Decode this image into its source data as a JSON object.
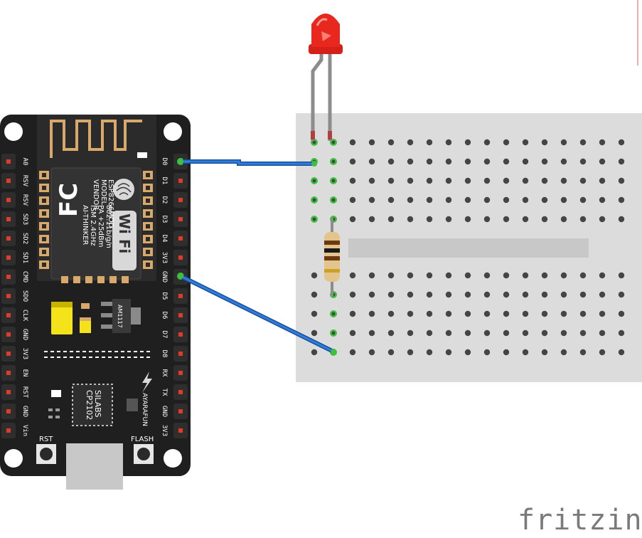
{
  "colors": {
    "board": "#1f1f1f",
    "pad": "#d9a86b",
    "breadboard": "#dcdcdc",
    "hole": "#454545",
    "hole_connected": "#3fbf3f",
    "wire": "#1e6fd0",
    "led": "#e8281e",
    "leg": "#8c8c8c",
    "usb": "#c8c8c8",
    "trench": "#c8c8c8",
    "regulator": "#3a3a3a",
    "capacitor": "#f4e21a",
    "watermark": "#7a7a7a"
  },
  "module": {
    "model_label": "MODEL",
    "vendor_label": "VENDOR",
    "model": "ESP8266MOD",
    "vendor": "AI-THINKER",
    "ism": "ISM 2.4GHz",
    "pa": "PA +25dBm",
    "standard": "802.11b/g/n",
    "fc_mark": "FC",
    "wifi_mark": "Wi Fi"
  },
  "board": {
    "left_pins": [
      "A0",
      "RSV",
      "RSV",
      "SD3",
      "SD2",
      "SD1",
      "CMD",
      "SDO",
      "CLK",
      "GND",
      "3V3",
      "EN",
      "RST",
      "GND",
      "Vin"
    ],
    "right_pins": [
      "D0",
      "D1",
      "D2",
      "D3",
      "D4",
      "3V3",
      "GND",
      "D5",
      "D6",
      "D7",
      "D8",
      "RX",
      "TX",
      "GND",
      "3V3"
    ],
    "usb_chip_line1": "SILABS",
    "usb_chip_line2": "CP2102",
    "regulator": "AM1117",
    "brand": "AYARAFUN",
    "rst_button": "RST",
    "flash_button": "FLASH"
  },
  "components": {
    "led_icon": "led-icon",
    "resistor_icon": "resistor-icon",
    "wire_icon": "jumper-wire-icon"
  },
  "watermark": "fritzing"
}
